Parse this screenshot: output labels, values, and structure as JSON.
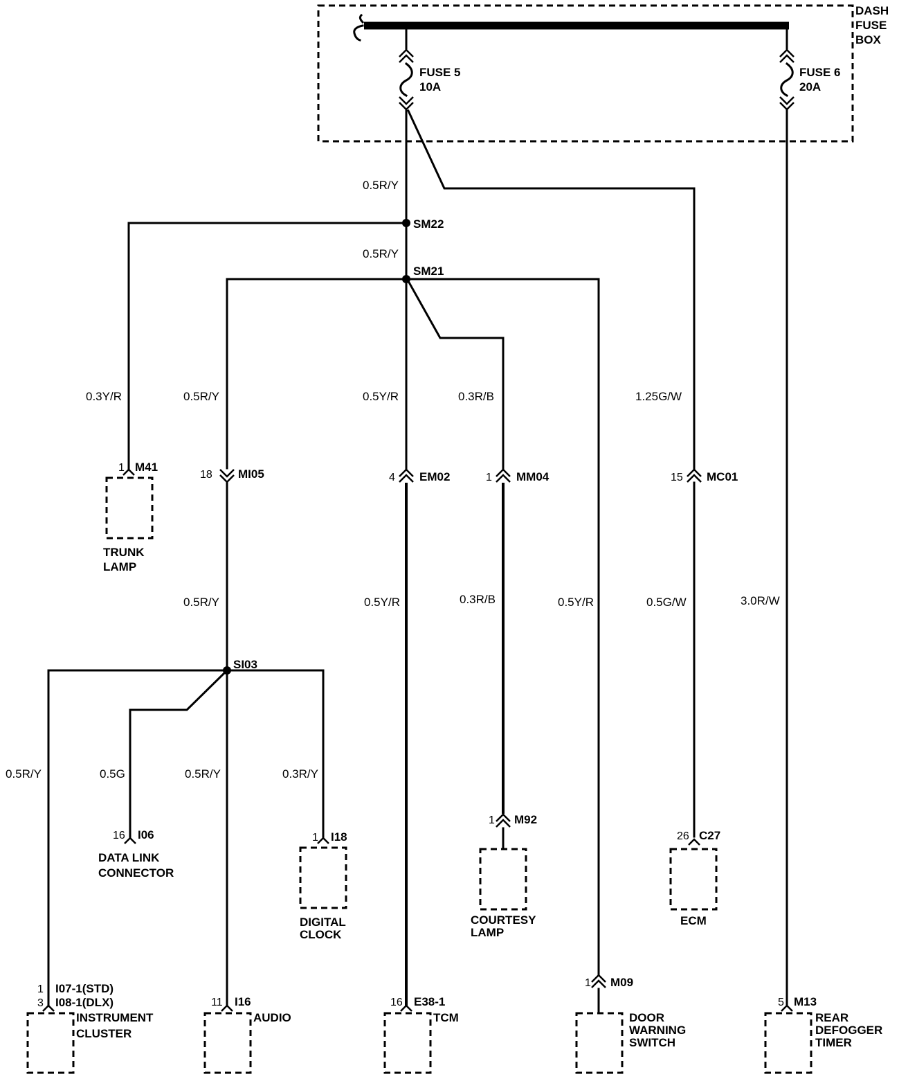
{
  "fuse_box": {
    "label_line1": "DASH",
    "label_line2": "FUSE",
    "label_line3": "BOX"
  },
  "fuses": [
    {
      "name": "FUSE 5",
      "rating": "10A"
    },
    {
      "name": "FUSE 6",
      "rating": "20A"
    }
  ],
  "splices": [
    "SM22",
    "SM21",
    "SI03"
  ],
  "wires": {
    "w_sm22_in": "0.5R/Y",
    "w_sm21_in": "0.5R/Y",
    "w_trunk": "0.3Y/R",
    "w_mi05_up": "0.5R/Y",
    "w_mi05_down": "0.5R/Y",
    "w_em02_up": "0.5Y/R",
    "w_em02_down": "0.5Y/R",
    "w_mm04_up": "0.3R/B",
    "w_mm04_down": "0.3R/B",
    "w_door": "0.5Y/R",
    "w_mc01_up": "1.25G/W",
    "w_mc01_down": "0.5G/W",
    "w_rear": "3.0R/W",
    "w_cluster": "0.5R/Y",
    "w_dlc": "0.5G",
    "w_audio": "0.5R/Y",
    "w_clock": "0.3R/Y"
  },
  "connectors": {
    "m41": {
      "pin": "1",
      "id": "M41"
    },
    "mi05": {
      "pin": "18",
      "id": "MI05"
    },
    "em02": {
      "pin": "4",
      "id": "EM02"
    },
    "mm04": {
      "pin": "1",
      "id": "MM04"
    },
    "mc01": {
      "pin": "15",
      "id": "MC01"
    },
    "i06": {
      "pin": "16",
      "id": "I06"
    },
    "i18": {
      "pin": "1",
      "id": "I18"
    },
    "m92": {
      "pin": "1",
      "id": "M92"
    },
    "c27": {
      "pin": "26",
      "id": "C27"
    },
    "m09": {
      "pin": "1",
      "id": "M09"
    },
    "i07": {
      "pin": "1",
      "id": "I07-1(STD)"
    },
    "i08": {
      "pin": "3",
      "id": "I08-1(DLX)"
    },
    "i16": {
      "pin": "11",
      "id": "I16"
    },
    "e38": {
      "pin": "16",
      "id": "E38-1"
    },
    "m13": {
      "pin": "5",
      "id": "M13"
    }
  },
  "components": {
    "trunk_lamp": [
      "TRUNK",
      "LAMP"
    ],
    "data_link": [
      "DATA LINK",
      "CONNECTOR"
    ],
    "digital_clock": [
      "DIGITAL",
      "CLOCK"
    ],
    "courtesy_lamp": [
      "COURTESY",
      "LAMP"
    ],
    "ecm": [
      "ECM"
    ],
    "instrument_cluster": [
      "INSTRUMENT",
      "CLUSTER"
    ],
    "audio": [
      "AUDIO"
    ],
    "tcm": [
      "TCM"
    ],
    "door_switch": [
      "DOOR",
      "WARNING",
      "SWITCH"
    ],
    "rear_defogger": [
      "REAR",
      "DEFOGGER",
      "TIMER"
    ]
  }
}
